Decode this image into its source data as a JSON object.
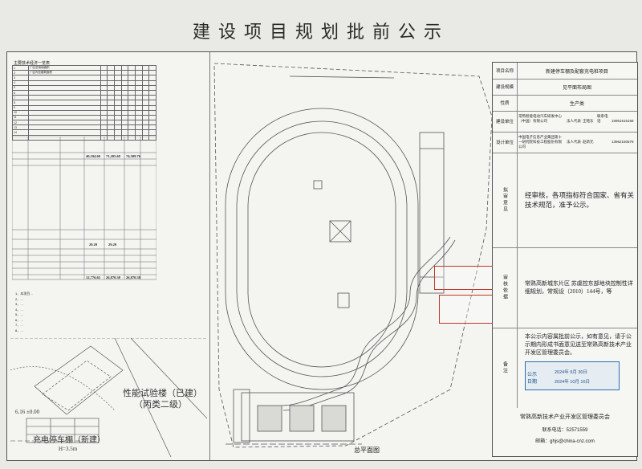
{
  "page_title": "建设项目规划批前公示",
  "left_panel": {
    "table_title": "主要技术经济一览表",
    "rows": [
      {
        "c1": "1",
        "c2": "厂区总用地面积",
        "c3": "",
        "c4": "",
        "c5": "",
        "c6": "",
        "c7": "",
        "c8": "",
        "c9": "",
        "c10": ""
      },
      {
        "c1": "2",
        "c2": "厂区内总建筑面积",
        "c3": "",
        "c4": "",
        "c5": "",
        "c6": "",
        "c7": "",
        "c8": "",
        "c9": "",
        "c10": ""
      },
      {
        "c1": "3",
        "c2": "",
        "c3": "",
        "c4": "",
        "c5": "",
        "c6": "",
        "c7": "",
        "c8": "",
        "c9": "",
        "c10": ""
      },
      {
        "c1": "4",
        "c2": "",
        "c3": "",
        "c4": "",
        "c5": "",
        "c6": "",
        "c7": "",
        "c8": "",
        "c9": "",
        "c10": ""
      },
      {
        "c1": "5",
        "c2": "",
        "c3": "",
        "c4": "",
        "c5": "",
        "c6": "",
        "c7": "",
        "c8": "",
        "c9": "",
        "c10": ""
      },
      {
        "c1": "6",
        "c2": "",
        "c3": "",
        "c4": "",
        "c5": "",
        "c6": "",
        "c7": "",
        "c8": "",
        "c9": "",
        "c10": ""
      },
      {
        "c1": "7",
        "c2": "",
        "c3": "",
        "c4": "",
        "c5": "",
        "c6": "",
        "c7": "",
        "c8": "",
        "c9": "",
        "c10": ""
      },
      {
        "c1": "8",
        "c2": "",
        "c3": "",
        "c4": "",
        "c5": "",
        "c6": "",
        "c7": "",
        "c8": "",
        "c9": "",
        "c10": ""
      },
      {
        "c1": "9",
        "c2": "",
        "c3": "",
        "c4": "",
        "c5": "",
        "c6": "",
        "c7": "",
        "c8": "",
        "c9": "",
        "c10": ""
      },
      {
        "c1": "10",
        "c2": "",
        "c3": "",
        "c4": "",
        "c5": "",
        "c6": "",
        "c7": "",
        "c8": "",
        "c9": "",
        "c10": ""
      },
      {
        "c1": "11",
        "c2": "",
        "c3": "",
        "c4": "",
        "c5": "",
        "c6": "",
        "c7": "",
        "c8": "",
        "c9": "",
        "c10": ""
      },
      {
        "c1": "12",
        "c2": "",
        "c3": "",
        "c4": "",
        "c5": "",
        "c6": "",
        "c7": "",
        "c8": "",
        "c9": "",
        "c10": ""
      },
      {
        "c1": "13",
        "c2": "",
        "c3": "",
        "c4": "",
        "c5": "",
        "c6": "",
        "c7": "",
        "c8": "",
        "c9": "",
        "c10": ""
      },
      {
        "c1": "14",
        "c2": "",
        "c3": "",
        "c4": "",
        "c5": "",
        "c6": "",
        "c7": "",
        "c8": "",
        "c9": "",
        "c10": ""
      },
      {
        "c1": "",
        "c2": "",
        "c3": "",
        "c4": "",
        "c5": "",
        "c6": "",
        "c7": "",
        "c8": "",
        "c9": "",
        "c10": ""
      }
    ],
    "totals": [
      {
        "a": "40,104.60",
        "b": "71,205.69",
        "c": "74,309.76"
      },
      {
        "a": "29.29",
        "b": "29.29",
        "c": ""
      },
      {
        "a": "12,776.65",
        "b": "26,870.30",
        "c": "26,870.30"
      }
    ],
    "notes": [
      "1、本项目…",
      "2、…",
      "3、…",
      "4、…",
      "5、…",
      "6、…",
      "7、…",
      "8、…"
    ],
    "inset_label_1": "性能试验楼（已建）",
    "inset_label_2": "（丙类二级）",
    "inset_label_3": "充电停车棚（新建）",
    "inset_label_4": "H=3.5m",
    "inset_label_5": "6.16 ±0.00"
  },
  "center": {
    "plan_caption": "总平面图"
  },
  "right_panel": {
    "project_name_label": "项目名称",
    "project_name": "新建停车棚及配套充电桩项目",
    "build_scale_label": "建设规模",
    "build_scale": "见平面布局图",
    "nature_label": "性质",
    "nature": "生产类",
    "unit1_label": "建设单位",
    "unit1": "常熟智能电动汽车研发中心（中国）有限公司",
    "unit1_rep_label": "法人代表",
    "unit1_rep": "王铭东",
    "unit1_phone_label": "联系电话",
    "unit1_phone": "15951515158",
    "unit2_label": "设计单位",
    "unit2": "中国电子信息产业集团第十一研究院科技工程股份有限公司",
    "unit2_rep_label": "法人代表",
    "unit2_rep": "赵新元",
    "unit2_phone": "13962150579",
    "opinion_label": "拟审意见",
    "opinion": "经审核，各项指标符合国家、省有关技术规范，准予公示。",
    "basis_label": "审核依据",
    "basis": "常熟高新城东片区 苏虞控东部地块控制性详细规划，常规设（2010）144号，等",
    "remark_label": "备注",
    "remark": "本公示内容属批前公示，如有意见，请于公示期内形成书面意见送至常熟高新技术产业开发区管理委员会。",
    "publish_label": "公示日期",
    "publish_date": "2024年 9月 30日",
    "publish_date_to": "2024年 10月 16日",
    "footer_org": "常熟高新技术产业开发区管理委员会",
    "footer_phone": "联系电话：52571559",
    "footer_email": "邮箱：ghjs@china-cnz.com"
  },
  "colors": {
    "stamp_red": "#c0392b",
    "stamp_blue": "#2a6fb0"
  }
}
